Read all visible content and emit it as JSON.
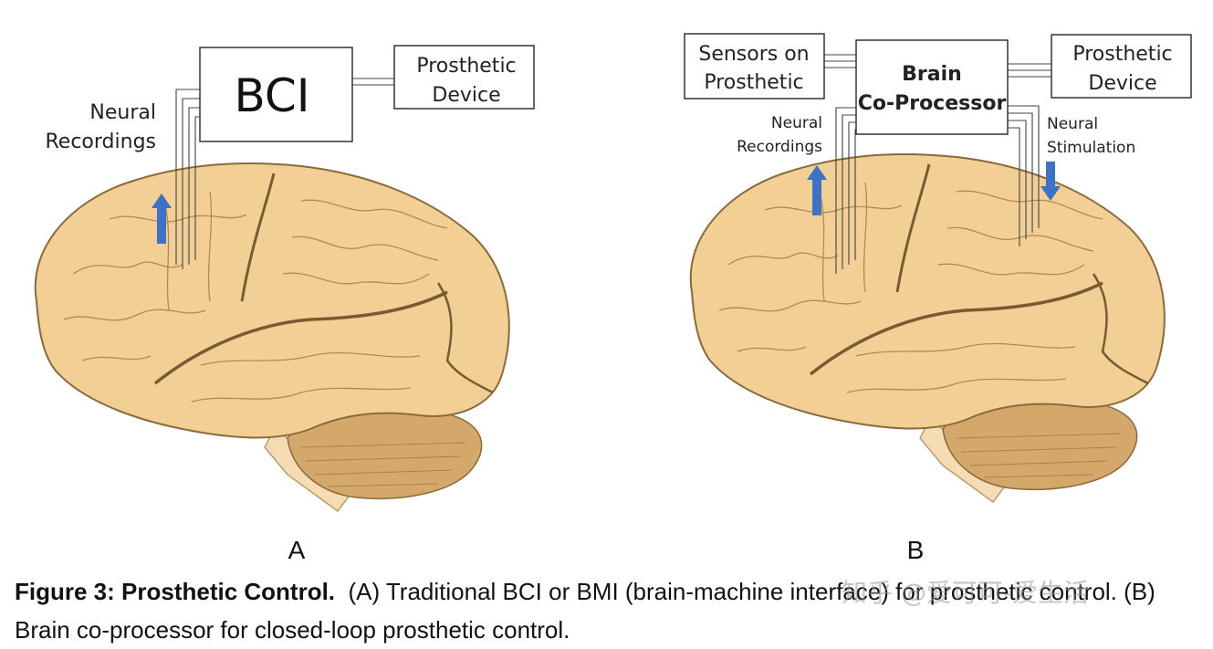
{
  "panel_a": {
    "bci_label": "BCI",
    "prosthetic_label": [
      "Prosthetic",
      "Device"
    ],
    "recordings_label": [
      "Neural",
      "Recordings"
    ],
    "letter": "A"
  },
  "panel_b": {
    "sensors_label": [
      "Sensors on",
      "Prosthetic"
    ],
    "coprocessor_label": [
      "Brain",
      "Co-Processor"
    ],
    "prosthetic_label": [
      "Prosthetic",
      "Device"
    ],
    "recordings_label": [
      "Neural",
      "Recordings"
    ],
    "stimulation_label": [
      "Neural",
      "Stimulation"
    ],
    "letter": "B"
  },
  "caption": {
    "title": "Figure 3: Prosthetic Control.",
    "text": "  (A) Traditional BCI or BMI (brain-machine interface) for prosthetic control. (B) Brain co-processor for closed-loop prosthetic control."
  },
  "watermark": "知乎 @爱可可-爱生活",
  "colors": {
    "brain_fill": "#f2cf95",
    "brain_stroke": "#8a6a3c",
    "cerebellum": "#d4a86a",
    "brainstem": "#f5dcb4",
    "arrow": "#3e72c4"
  }
}
